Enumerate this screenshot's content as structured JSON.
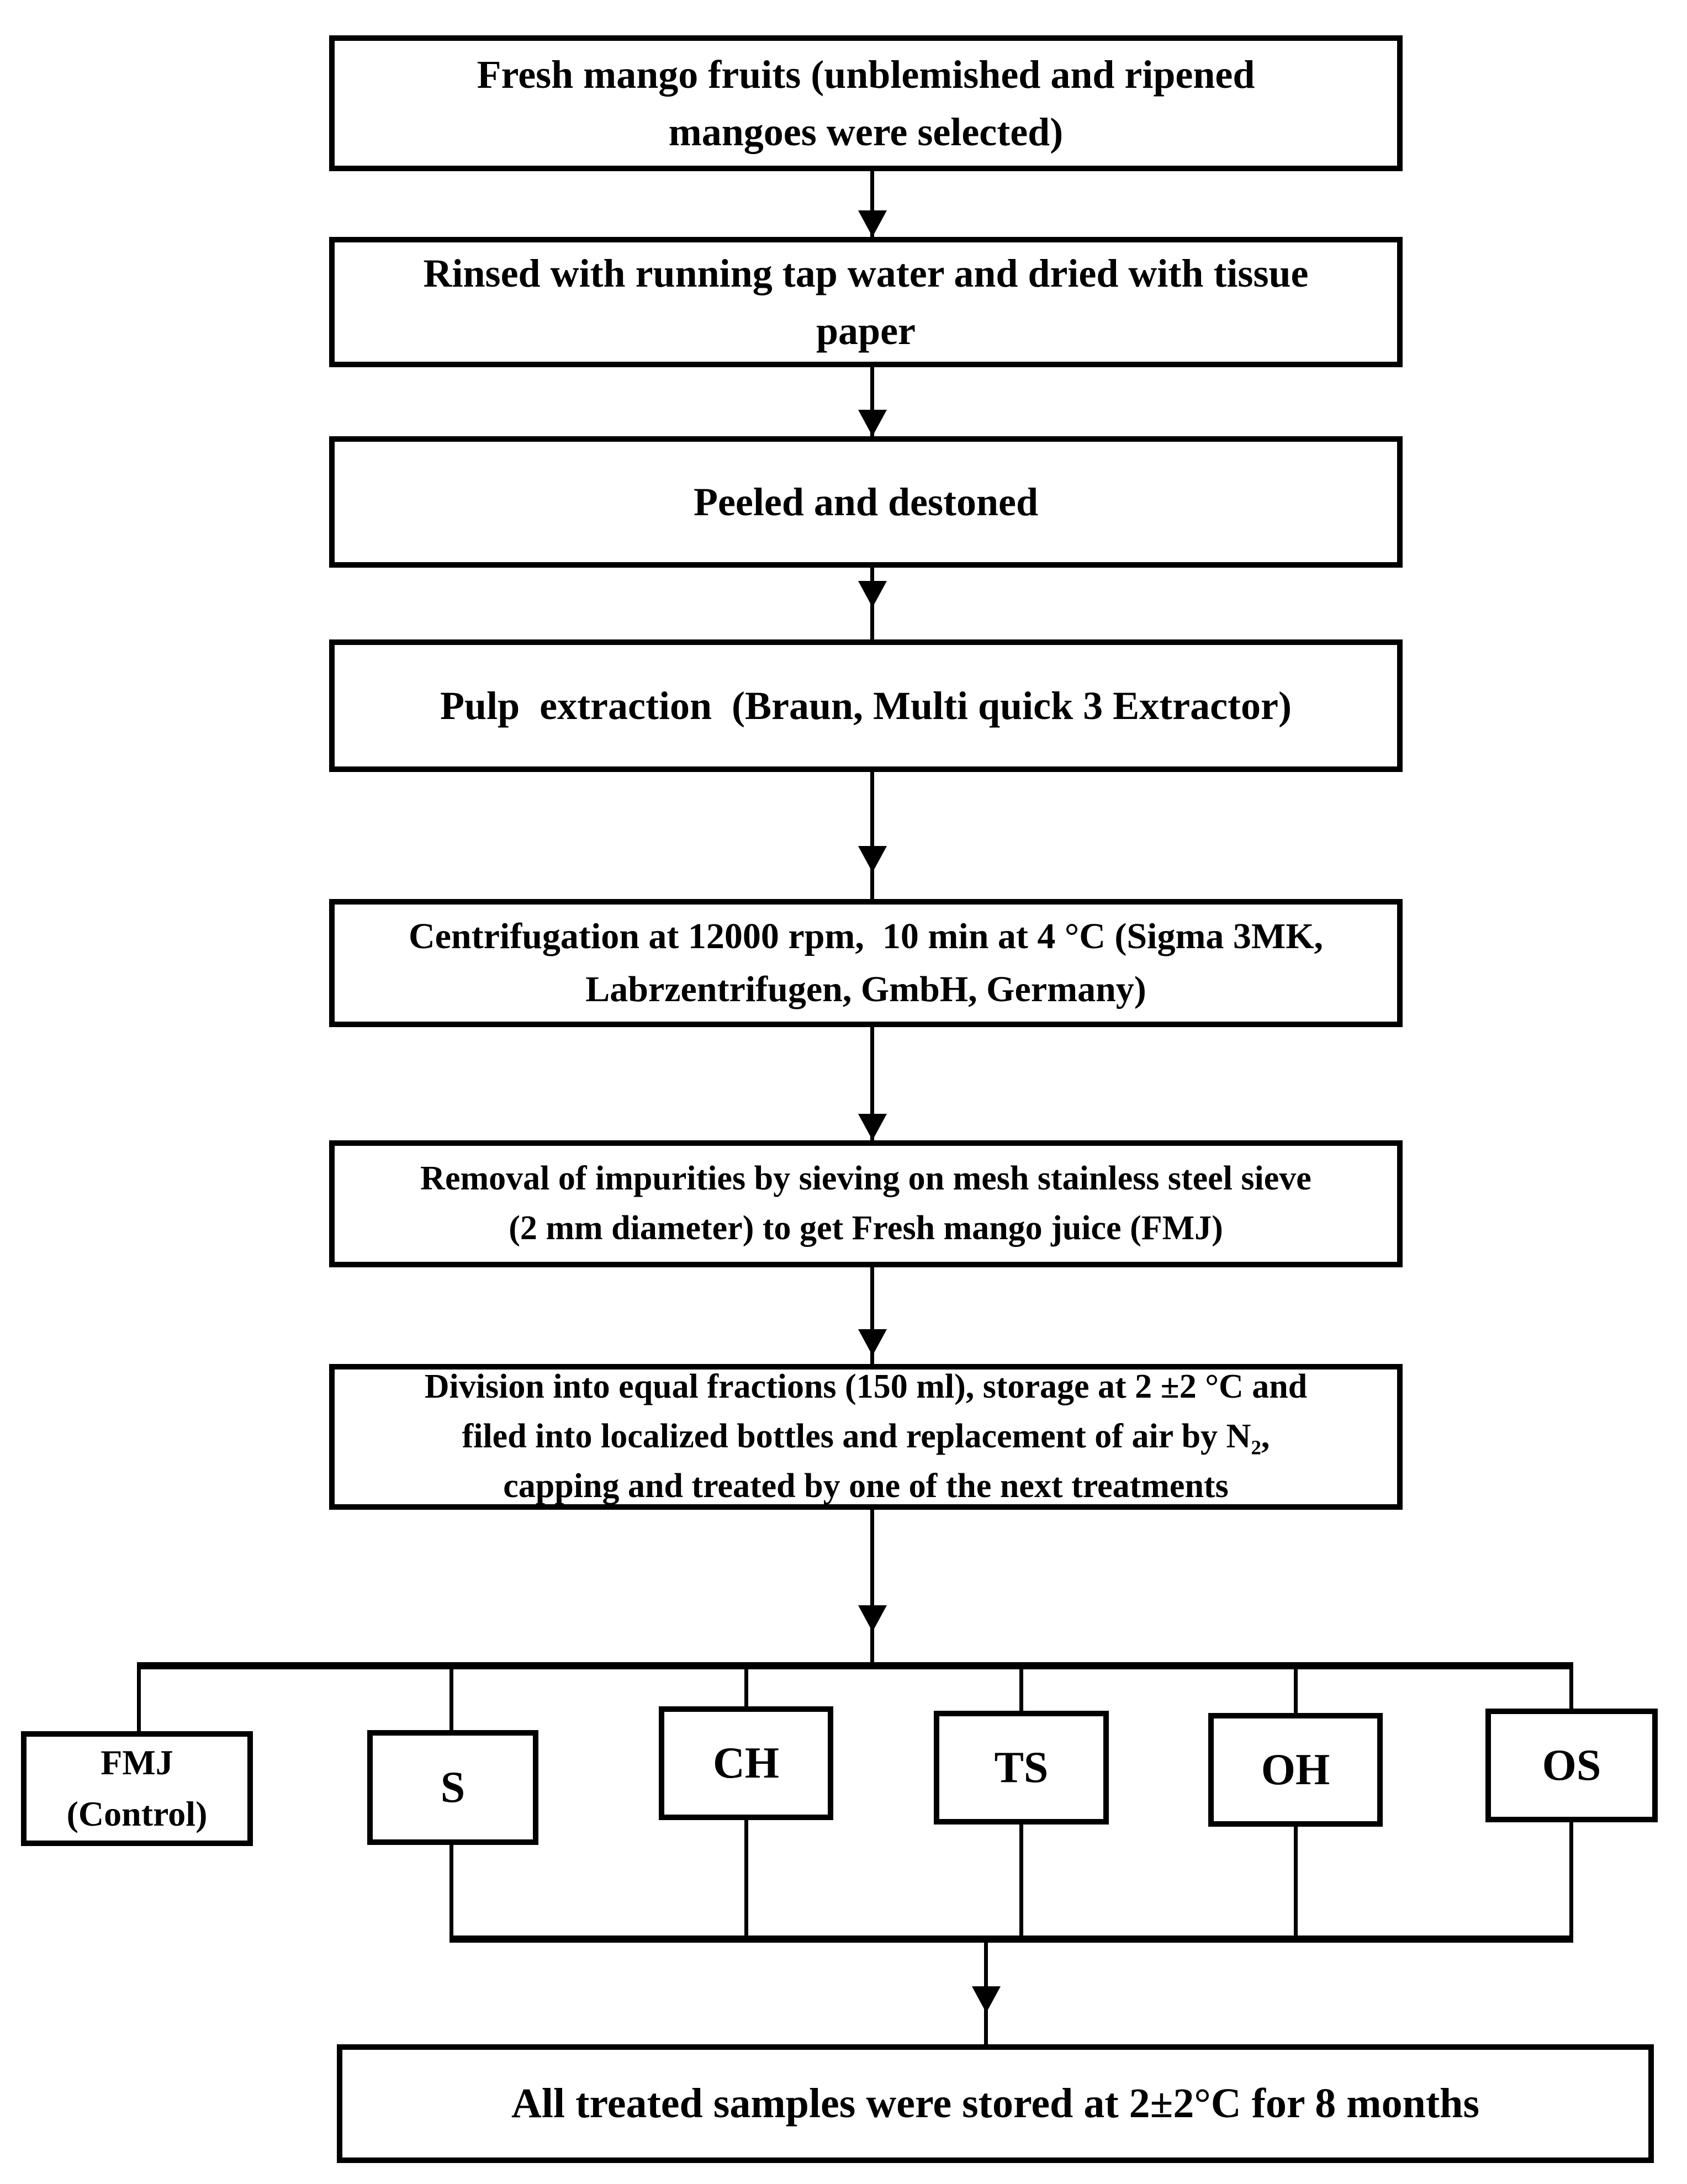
{
  "flowchart": {
    "colors": {
      "line": "#000000",
      "background": "#ffffff"
    },
    "steps": [
      {
        "lines": [
          "Fresh mango fruits (unblemished and ripened",
          "mangoes were selected)"
        ]
      },
      {
        "lines": [
          "Rinsed with running tap water and dried with tissue",
          "paper"
        ]
      },
      {
        "lines": [
          "Peeled and destoned"
        ]
      },
      {
        "lines": [
          "Pulp  extraction  (Braun, Multi quick 3 Extractor)"
        ]
      },
      {
        "lines": [
          "Centrifugation at 12000 rpm,  10 min at 4 °C (Sigma 3MK,",
          "Labrzentrifugen, GmbH, Germany)"
        ]
      },
      {
        "lines": [
          "Removal of impurities by sieving on mesh stainless steel sieve",
          "(2 mm diameter) to get Fresh mango juice (FMJ)"
        ]
      },
      {
        "lines": [
          "Division into equal fractions (150 ml), storage at 2 ±2 °C and",
          "filed into localized bottles and replacement of air by N₂,",
          "capping and treated by one of the next treatments"
        ]
      }
    ],
    "branches": [
      {
        "lines": [
          "FMJ",
          "(Control)"
        ]
      },
      {
        "lines": [
          "S"
        ]
      },
      {
        "lines": [
          "CH"
        ]
      },
      {
        "lines": [
          "TS"
        ]
      },
      {
        "lines": [
          "OH"
        ]
      },
      {
        "lines": [
          "OS"
        ]
      }
    ],
    "final_box": {
      "lines": [
        "All treated samples were stored at 2±2°C for 8 months"
      ]
    }
  }
}
